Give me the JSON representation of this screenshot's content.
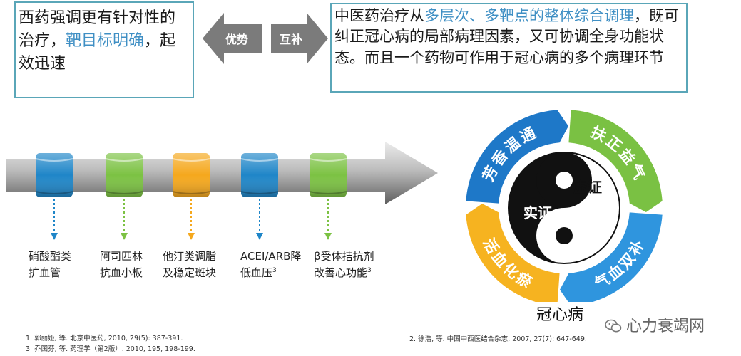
{
  "left_box": {
    "text_before": "西药强调更有针对性的治疗，",
    "highlight": "靶目标明确",
    "text_after": "，起效迅速"
  },
  "arrows": {
    "left_label": "优势",
    "right_label": "互补"
  },
  "right_box": {
    "text_before": "中医药治疗从",
    "highlight": "多层次、多靶点的整体综合调理",
    "text_after": "，既可纠正冠心病的局部病理因素，又可协调全身功能状态。而且一个药物可作用于冠心病的多个病理环节"
  },
  "drugs": [
    {
      "line1": "硝酸酯类",
      "line2": "扩血管",
      "sup": "",
      "color": "#1f86c8"
    },
    {
      "line1": "阿司匹林",
      "line2": "抗血小板",
      "sup": "",
      "color": "#7cc243"
    },
    {
      "line1": "他汀类调脂",
      "line2": "及稳定斑块",
      "sup": "",
      "color": "#f5a81d"
    },
    {
      "line1": "ACEI/ARB降",
      "line2": "低血压",
      "sup": "3",
      "color": "#1f86c8"
    },
    {
      "line1": "β受体拮抗剂",
      "line2": "改善心功能",
      "sup": "3",
      "color": "#7cc243"
    }
  ],
  "cycle": {
    "segments": [
      "芳香温通",
      "扶正益气",
      "气血双补",
      "活血化瘀"
    ],
    "colors": [
      "#1e78c8",
      "#7ac143",
      "#2f95de",
      "#f6b320"
    ],
    "yin_label": "虚证",
    "yang_label": "实证"
  },
  "disease_label": "冠心病",
  "references": {
    "ref1": "1. 郭丽娅, 等. 北京中医药, 2010, 29(5): 387-391.",
    "ref3": "3. 乔国芬, 等. 药理学（第2版）. 2010, 195, 198-199.",
    "ref2": "2. 徐浩, 等. 中国中西医结合杂志, 2007, 27(7): 647-649."
  },
  "watermark": "心力衰竭网"
}
